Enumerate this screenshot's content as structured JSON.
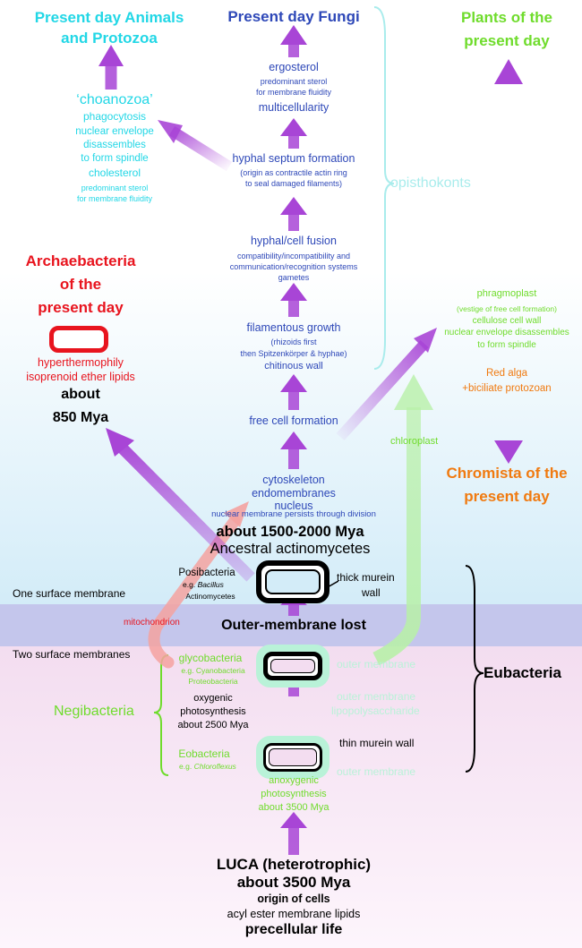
{
  "colors": {
    "fungi": "#2e48b8",
    "animals": "#22d7e6",
    "plants": "#6fdc2c",
    "archaea": "#e8141e",
    "chromista": "#f07a10",
    "arrow": "#a845d6",
    "mito": "#f07878",
    "chloro": "#b8f0a8",
    "band": "#c4c6ec",
    "lower_bg": "#f3ddf0",
    "upper_bg": "#d3ecf8"
  },
  "fungi": {
    "title": "Present day Fungi",
    "ergosterol": "ergosterol",
    "ergosterol_note1": "predominant sterol",
    "ergosterol_note2": "for membrane fluidity",
    "multicellularity": "multicellularity",
    "septum": "hyphal septum formation",
    "septum_note1": "(origin as contractile actin ring",
    "septum_note2": "to seal damaged filaments)",
    "fusion": "hyphal/cell fusion",
    "fusion_note1": "compatibility/incompatibility and",
    "fusion_note2": "communication/recognition systems",
    "fusion_note3": "gametes",
    "filamentous": "filamentous growth",
    "filamentous_note1": "(rhizoids first",
    "filamentous_note2": "then Spitzenkörper & hyphae)",
    "chitinous": "chitinous wall",
    "free_cell": "free cell formation",
    "cytoskeleton": "cytoskeleton",
    "endomembranes": "endomembranes",
    "nucleus": "nucleus",
    "nuclear_note": "nuclear membrane persists through division"
  },
  "animals": {
    "title1": "Present day Animals",
    "title2": "and Protozoa",
    "choanozoa": "‘choanozoa’",
    "phagocytosis": "phagocytosis",
    "nuclear1": "nuclear envelope",
    "nuclear2": "disassembles",
    "nuclear3": "to form spindle",
    "cholesterol": "cholesterol",
    "cholesterol_note1": "predominant sterol",
    "cholesterol_note2": "for membrane fluidity",
    "opisthokonts": "opisthokonts"
  },
  "plants": {
    "title1": "Plants of the",
    "title2": "present day",
    "phragmoplast": "phragmoplast",
    "phragmoplast_note": "(vestige of free cell formation)",
    "cellulose": "cellulose cell wall",
    "nuclear1": "nuclear envelope disassembles",
    "nuclear2": "to form spindle",
    "chloroplast": "chloroplast"
  },
  "chromista": {
    "red_alga": "Red alga",
    "biciliate": "+biciliate protozoan",
    "title1": "Chromista of the",
    "title2": "present day"
  },
  "archaea": {
    "title1": "Archaebacteria",
    "title2": "of the",
    "title3": "present day",
    "hyperthermophily": "hyperthermophily",
    "isoprenoid": "isoprenoid ether lipids",
    "about": "about",
    "mya": "850 Mya"
  },
  "trunk": {
    "about_1500": "about 1500-2000 Mya",
    "ancestral": "Ancestral actinomycetes",
    "posibacteria": "Posibacteria",
    "eg": "e.g.",
    "bacillus": "Bacillus",
    "actinomycetes": "Actinomycetes",
    "thick_wall1": "thick murein",
    "thick_wall2": "wall",
    "one_surface": "One surface membrane",
    "mitochondrion": "mitochondrion",
    "outer_lost": "Outer-membrane lost",
    "two_surface": "Two surface membranes",
    "glycobacteria": "glycobacteria",
    "glyco_eg1": "e.g. Cyanobacteria",
    "glyco_eg2": "Proteobacteria",
    "outer_membrane": "outer membrane",
    "outer_membrane2": "outer membrane",
    "lipopolysaccharide": "lipopolysaccharide",
    "oxygenic1": "oxygenic",
    "oxygenic2": "photosynthesis",
    "oxygenic3": "about 2500 Mya",
    "negibacteria": "Negibacteria",
    "eobacteria": "Eobacteria",
    "chloroflexus": "Chloroflexus",
    "thin_wall": "thin murein wall",
    "outer_membrane3": "outer membrane",
    "anoxygenic1": "anoxygenic",
    "anoxygenic2": "photosynthesis",
    "anoxygenic3": "about 3500 Mya",
    "eubacteria": "Eubacteria"
  },
  "luca": {
    "title1": "LUCA (heterotrophic)",
    "title2": "about 3500 Mya",
    "origin": "origin of cells",
    "acyl": "acyl ester membrane lipids",
    "precellular": "precellular life"
  }
}
